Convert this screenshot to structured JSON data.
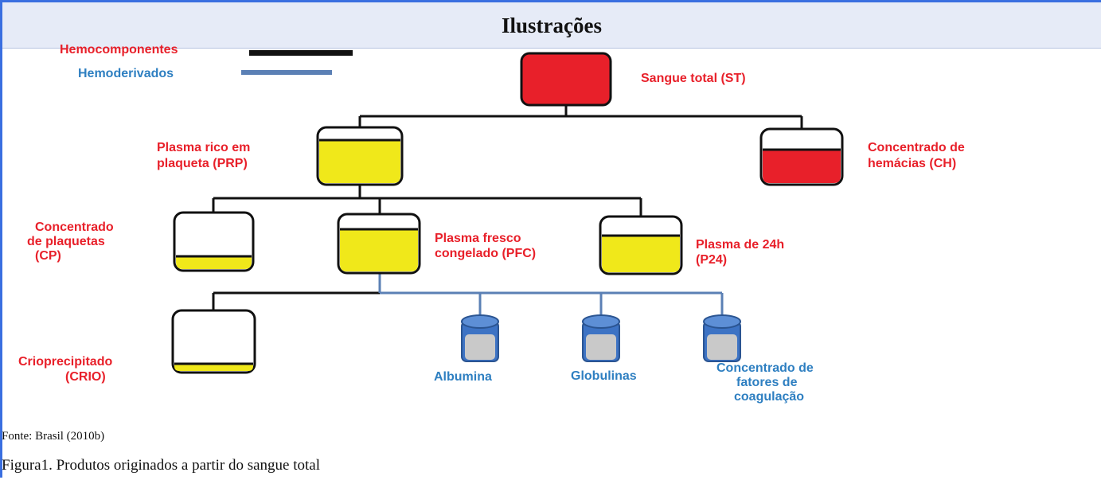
{
  "header": {
    "title": "Ilustrações"
  },
  "legend": {
    "hemocomponentes": "Hemocomponentes",
    "hemoderivados": "Hemoderivados",
    "black_color": "#111111",
    "blue_color": "#5b80b5"
  },
  "diagram": {
    "st": "Sangue total (ST)",
    "prp": [
      "Plasma rico em",
      "plaqueta (PRP)"
    ],
    "ch": [
      "Concentrado de",
      "hemácias (CH)"
    ],
    "cp": [
      "Concentrado",
      "de plaquetas",
      "(CP)"
    ],
    "pfc": [
      "Plasma fresco",
      "congelado (PFC)"
    ],
    "p24": [
      "Plasma de 24h",
      "(P24)"
    ],
    "crio": [
      "Crioprecipitado",
      "(CRIO)"
    ],
    "albumina": "Albumina",
    "globulinas": "Globulinas",
    "fatores": [
      "Concentrado de",
      "fatores de",
      "coagulação"
    ],
    "colors": {
      "red": "#e8202a",
      "yellow": "#f0e81a",
      "label_red": "#e8202a",
      "label_blue": "#2e7fc1"
    }
  },
  "footer": {
    "source": "Fonte: Brasil (2010b)",
    "caption": "Figura1. Produtos originados a partir do sangue total"
  }
}
